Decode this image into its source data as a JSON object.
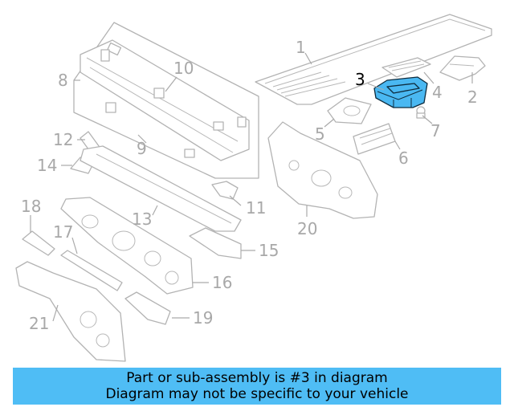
{
  "diagram": {
    "callouts": [
      "1",
      "2",
      "3",
      "4",
      "5",
      "6",
      "7",
      "8",
      "9",
      "10",
      "11",
      "12",
      "13",
      "14",
      "15",
      "16",
      "17",
      "18",
      "19",
      "20",
      "21"
    ],
    "highlighted_callout": "3",
    "highlight_color": "#4ab8f2",
    "part_line_color": "#b3b3b3"
  },
  "banner": {
    "line1": "Part or sub-assembly is #3 in diagram",
    "line2": "Diagram may not be specific to your vehicle",
    "color": "#4fbdf5"
  }
}
